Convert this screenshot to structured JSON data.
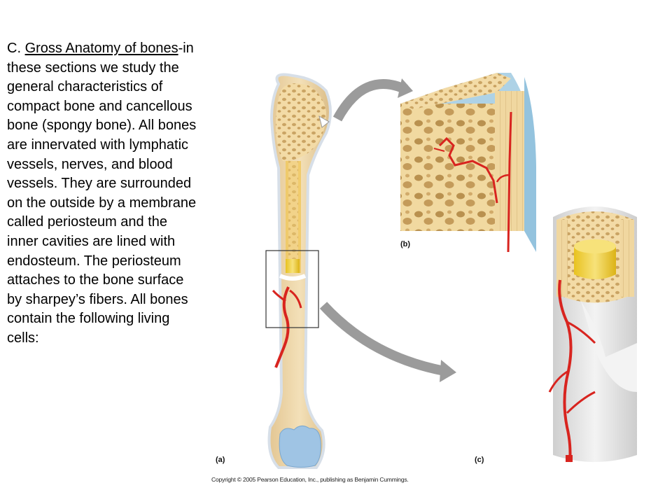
{
  "text": {
    "prefix": "C. ",
    "heading_underlined": "Gross Anatomy of bones",
    "body": "-in these sections we study the general characteristics of compact bone and cancellous bone (spongy bone).  All bones are innervated with lymphatic vessels, nerves, and blood vessels. They are surrounded on the outside by a membrane called periosteum and the inner cavities are lined with endosteum.  The periosteum attaches to the bone surface by sharpey’s fibers.   All bones contain the following living cells:"
  },
  "figure": {
    "label_a": "(a)",
    "label_b": "(b)",
    "label_c": "(c)",
    "copyright": "Copyright © 2005 Pearson Education, Inc., publishing as Benjamin Cummings."
  },
  "colors": {
    "bone": "#f0d49a",
    "spongy": "#e2c07a",
    "periosteum": "#e9e9e9",
    "vessel": "#d8241f",
    "cartilage": "#9fc4e4",
    "marrow": "#f2d23c",
    "arrow": "#9b9b9b"
  }
}
